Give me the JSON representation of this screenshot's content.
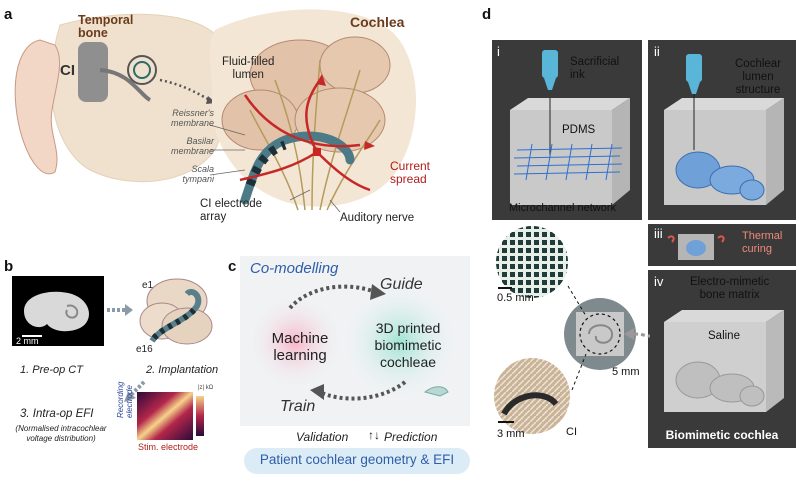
{
  "panel_a": {
    "letter": "a",
    "temporal_bone": "Temporal\nbone",
    "ci": "CI",
    "cochlea": "Cochlea",
    "fluid_lumen": "Fluid-filled\nlumen",
    "reissner": "Reissner's\nmembrane",
    "basilar": "Basilar\nmembrane",
    "scala": "Scala\ntympani",
    "current_spread": "Current\nspread",
    "electrode_array": "CI electrode\narray",
    "auditory_nerve": "Auditory nerve"
  },
  "panel_b": {
    "letter": "b",
    "scale_bar": "2 mm",
    "e1": "e1",
    "e16": "e16",
    "step1": "1. Pre-op CT",
    "step2": "2. Implantation",
    "step3": "3. Intra-op EFI",
    "step3_sub": "(Normalised intracochlear\nvoltage distribution)",
    "ylabel": "Recording\nelectrode",
    "xlabel": "Stim. electrode",
    "cbar_title": "|z| kΩ"
  },
  "panel_c": {
    "letter": "c",
    "co_modelling": "Co-modelling",
    "guide": "Guide",
    "train": "Train",
    "ml": "Machine\nlearning",
    "printed": "3D printed\nbiomimetic\ncochleae",
    "validation": "Validation",
    "prediction": "Prediction",
    "patient": "Patient cochlear geometry & EFI"
  },
  "panel_d": {
    "letter": "d",
    "i": "i",
    "ii": "ii",
    "iii": "iii",
    "iv": "iv",
    "sacrificial_ink": "Sacrificial\nink",
    "pdms": "PDMS",
    "microchannel": "Microchannel network",
    "cochlear_lumen": "Cochlear\nlumen\nstructure",
    "thermal": "Thermal\ncuring",
    "electro_mimetic": "Electro-mimetic\nbone matrix",
    "saline": "Saline",
    "biomimetic": "Biomimetic cochlea",
    "scale_05": "0.5 mm",
    "scale_5": "5 mm",
    "scale_3": "3 mm",
    "ci": "CI"
  },
  "colors": {
    "panel_dark": "#3a3a3a",
    "accent_red": "#b21b1b",
    "accent_blue": "#2f5ea8",
    "brown": "#6b3c1c"
  }
}
